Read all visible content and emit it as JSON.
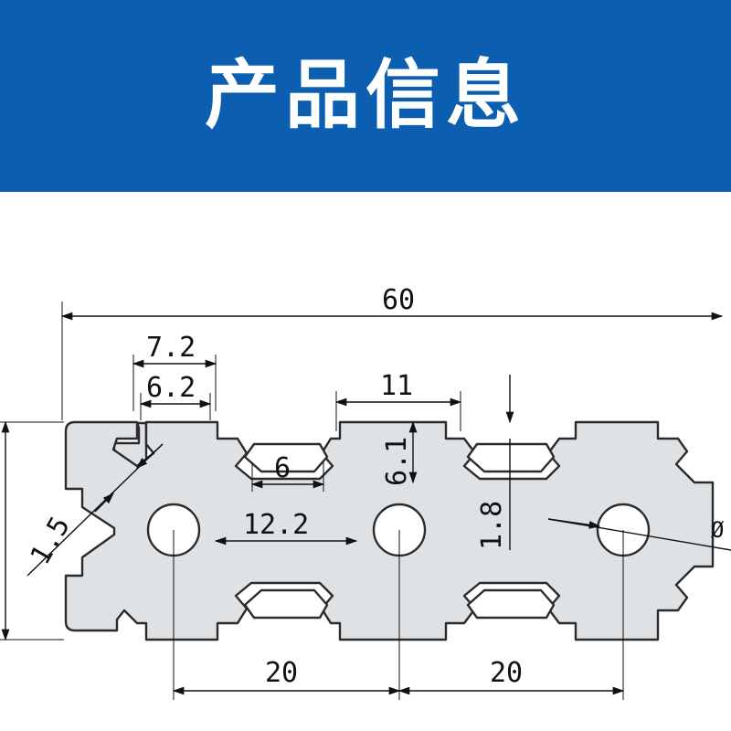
{
  "header": {
    "title": "产品信息",
    "background": "#0c5fb0"
  },
  "dimensions": {
    "overall_width": "60",
    "slot_outer": "7.2",
    "slot_inner": "6.2",
    "slot_11": "11",
    "center_6": "6",
    "depth_6_1": "6.1",
    "wall_1_8": "1.8",
    "web_1_5": "1.5",
    "gap_12_2": "12.2",
    "pitch_left": "20",
    "pitch_right": "20",
    "diameter": "Ø"
  }
}
